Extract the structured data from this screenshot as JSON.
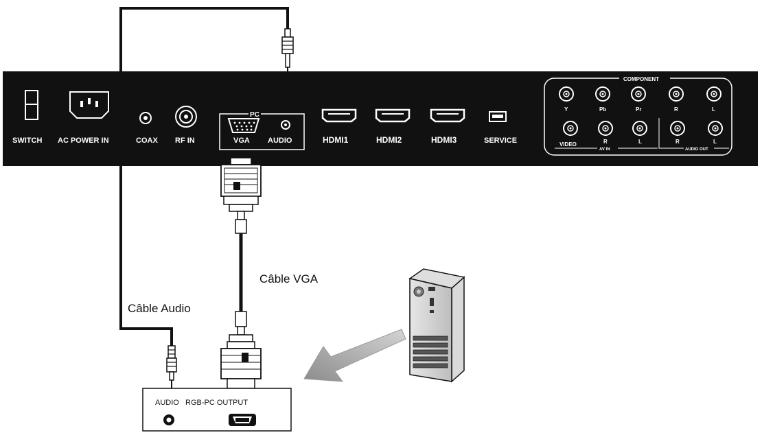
{
  "panel": {
    "switch": "SWITCH",
    "ac_power_in": "AC POWER IN",
    "coax": "COAX",
    "rf_in": "RF IN",
    "pc_group": "PC",
    "vga": "VGA",
    "audio": "AUDIO",
    "hdmi1": "HDMI1",
    "hdmi2": "HDMI2",
    "hdmi3": "HDMI3",
    "service": "SERVICE",
    "component": "COMPONENT",
    "comp_y": "Y",
    "comp_pb": "Pb",
    "comp_pr": "Pr",
    "comp_r": "R",
    "comp_l": "L",
    "av_video": "VIDEO",
    "av_r": "R",
    "av_l": "L",
    "av_in": "AV IN",
    "aout_r": "R",
    "aout_l": "L",
    "audio_out": "AUDIO OUT"
  },
  "cables": {
    "vga_label": "Câble VGA",
    "audio_label": "Câble Audio"
  },
  "pc_output": {
    "audio": "AUDIO",
    "rgb_output": "RGB-PC OUTPUT"
  },
  "colors": {
    "panel": "#111111",
    "cable": "#111111",
    "arrow": "#a6a6a6"
  }
}
